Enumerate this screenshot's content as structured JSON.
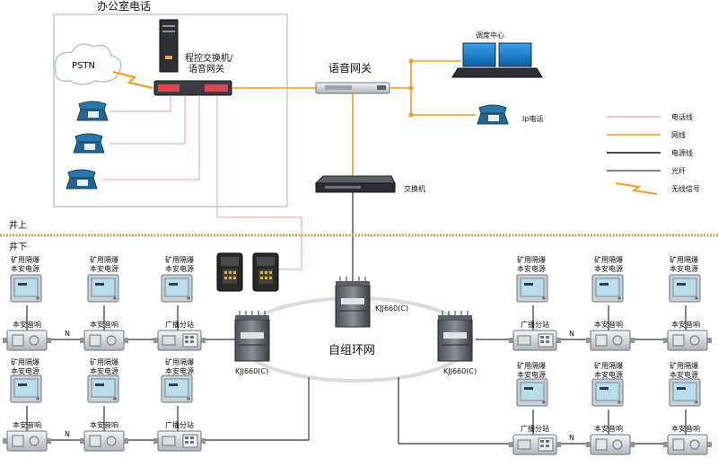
{
  "office": {
    "title": "办公室电话",
    "pstn": "PSTN",
    "pbx_line1": "程控交换机/",
    "pbx_line2": "语音网关"
  },
  "core": {
    "voice_gateway": "语音网关",
    "dispatch_center": "调度中心",
    "ip_phone": "Ip电话",
    "switch": "交换机"
  },
  "surface": {
    "above": "井上",
    "below": "井下"
  },
  "ring": {
    "title": "自组环网",
    "node_top": "KJJ660(C)",
    "node_left": "KJJ660(C)",
    "node_right": "KJJ660(C)"
  },
  "legend": {
    "phone_line": "电话线",
    "network_line": "网线",
    "power_line": "电源线",
    "fiber": "光纤",
    "wireless": "无线信号"
  },
  "devices": {
    "psu_line1": "矿用隔爆",
    "psu_line2": "本安电源",
    "speaker": "本安音响",
    "station": "广播分站",
    "n_mark": "N"
  },
  "colors": {
    "phone_line": "#e3b3b3",
    "network_line": "#ef9a2a",
    "power_line": "#111111",
    "fiber": "#333333",
    "wireless": "#f3a11f",
    "ground": "#d59b52"
  }
}
